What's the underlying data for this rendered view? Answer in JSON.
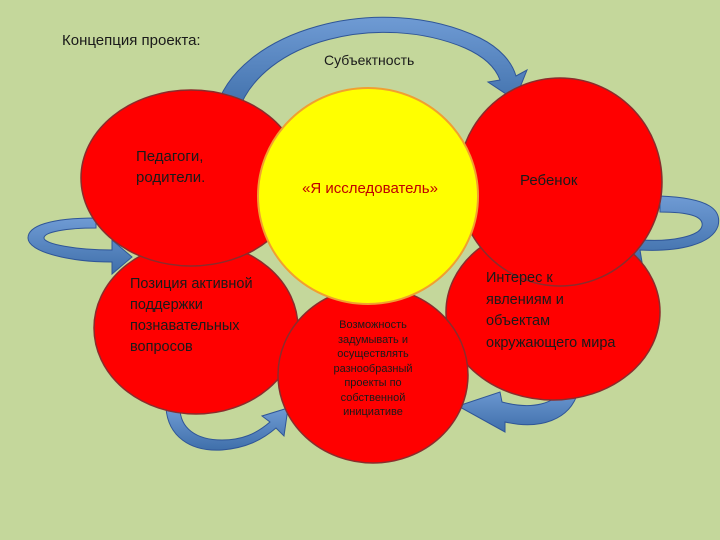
{
  "title": "Концепция проекта:",
  "subjectivity_label": "Субъектность",
  "nodes": {
    "center": "«Я исследователь»",
    "pedagogues": "Педагоги, родители.",
    "child": "Ребенок",
    "position": "Позиция активной поддержки познавательных вопросов",
    "interest": "Интерес к явлениям и объектам окружающего мира",
    "possibility": "Возможность задумывать и осуществлять разнообразный проекты по собственной инициативе"
  },
  "colors": {
    "background": "#c4d79b",
    "red_circle": "#ff0000",
    "red_stroke": "#8b2c2c",
    "center_fill": "#ffff00",
    "center_stroke": "#f0a030",
    "center_text": "#c00000",
    "arrow_fill": "#4f81bd",
    "arrow_stroke": "#2f5597"
  }
}
